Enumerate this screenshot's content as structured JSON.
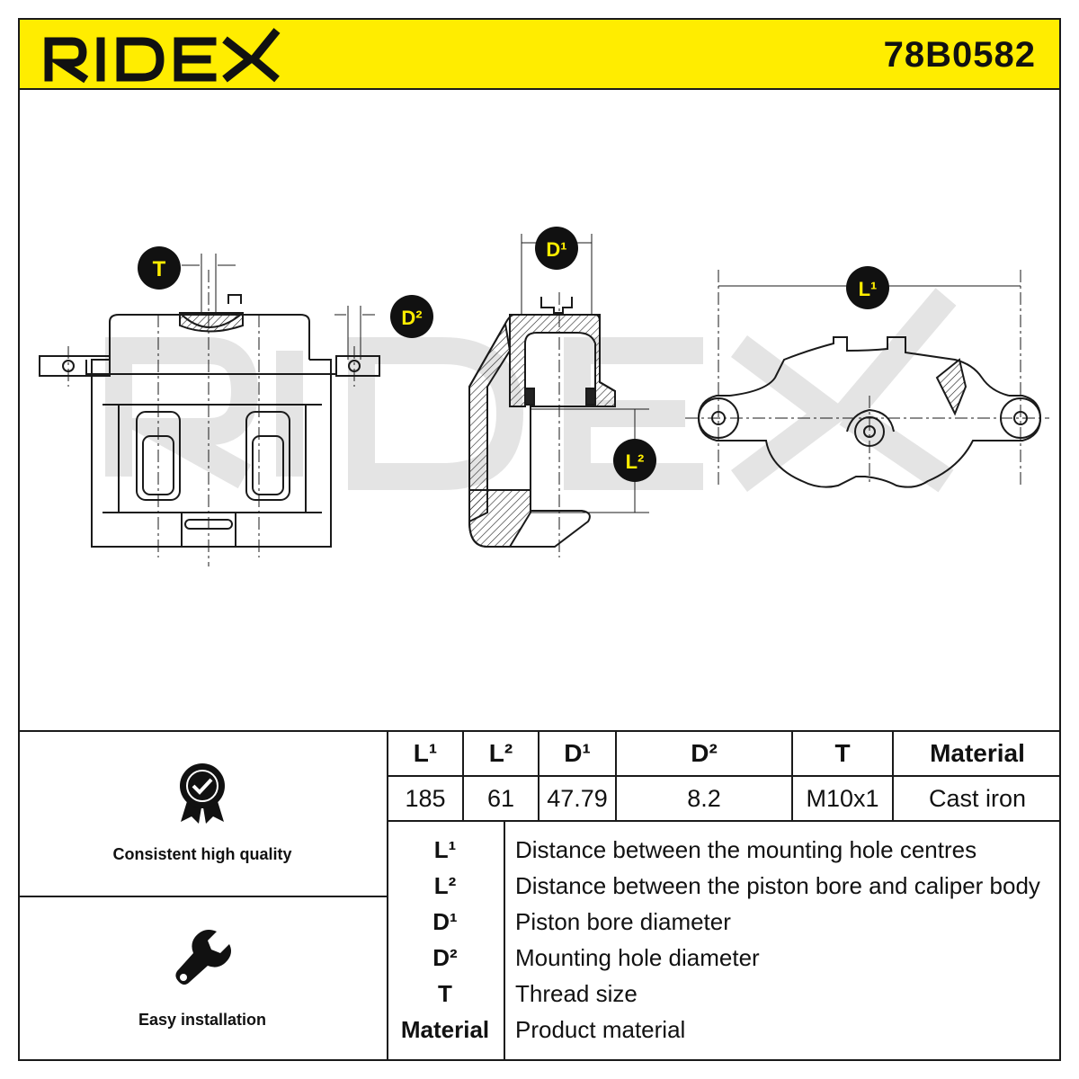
{
  "header": {
    "brand": "RIDEX",
    "part_number": "78B0582"
  },
  "drawing": {
    "callouts": [
      "T",
      "D²",
      "D¹",
      "L²",
      "L¹"
    ],
    "watermark": "RIDEX"
  },
  "features": [
    {
      "label": "Consistent high quality",
      "icon": "quality-badge-icon"
    },
    {
      "label": "Easy installation",
      "icon": "wrench-icon"
    }
  ],
  "specs": {
    "headers": [
      "L¹",
      "L²",
      "D¹",
      "D²",
      "T",
      "Material"
    ],
    "values": [
      "185",
      "61",
      "47.79",
      "8.2",
      "M10x1",
      "Cast iron"
    ]
  },
  "legend": [
    {
      "key": "L¹",
      "desc": "Distance between the mounting hole centres"
    },
    {
      "key": "L²",
      "desc": "Distance between the piston bore and caliper body"
    },
    {
      "key": "D¹",
      "desc": "Piston bore diameter"
    },
    {
      "key": "D²",
      "desc": "Mounting hole diameter"
    },
    {
      "key": "T",
      "desc": "Thread size"
    },
    {
      "key": "Material",
      "desc": "Product material"
    }
  ],
  "colors": {
    "accent": "#ffed00",
    "ink": "#1a1a1a",
    "watermark": "#e6e6e6"
  }
}
